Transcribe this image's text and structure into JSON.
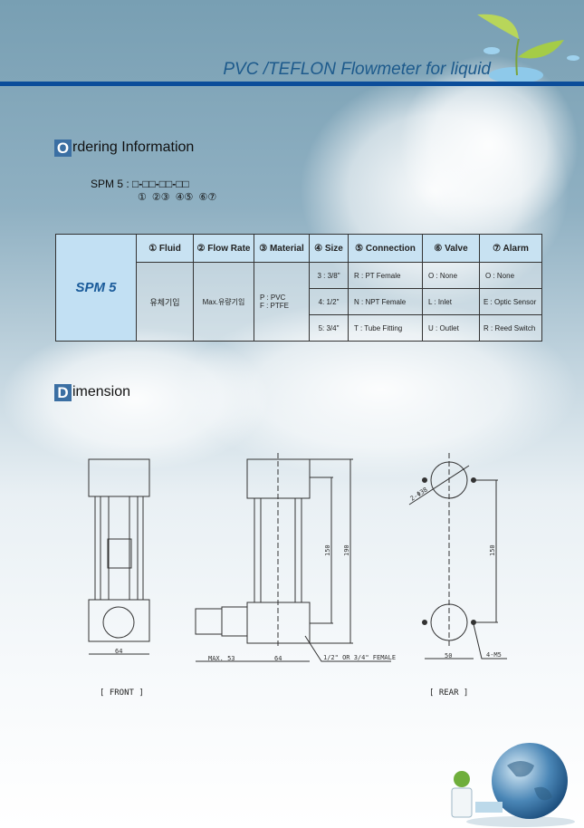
{
  "header": {
    "title": "PVC /TEFLON Flowmeter for liquid"
  },
  "ordering": {
    "badge": "O",
    "heading": "rdering Information",
    "code_prefix": "SPM 5 :",
    "code_pattern": "□-□□-□□-□□",
    "code_numbers": "① ②③ ④⑤ ⑥⑦"
  },
  "table": {
    "model": "SPM 5",
    "headers": [
      "① Fluid",
      "② Flow Rate",
      "③ Material",
      "④ Size",
      "⑤ Connection",
      "⑥ Valve",
      "⑦ Alarm"
    ],
    "fluid": "유체기입",
    "flow_rate": "Max.유량기입",
    "material": [
      "P : PVC",
      "F : PTFE"
    ],
    "rows": [
      {
        "size": "3 : 3/8\"",
        "connection": "R : PT Female",
        "valve": "O : None",
        "alarm": "O : None"
      },
      {
        "size": "4: 1/2\"",
        "connection": "N : NPT Female",
        "valve": "L : Inlet",
        "alarm": "E : Optic Sensor"
      },
      {
        "size": "5: 3/4\"",
        "connection": "T : Tube Fitting",
        "valve": "U : Outlet",
        "alarm": "R : Reed Switch"
      }
    ]
  },
  "dimension": {
    "badge": "D",
    "heading": "imension",
    "front_label": "[ FRONT ]",
    "rear_label": "[ REAR ]",
    "dims": {
      "front_width": "64",
      "max": "MAX. 53",
      "side_width": "64",
      "female": "1/2\" OR 3/4\" FEMALE",
      "d150": "150",
      "d190": "190",
      "rear_150": "150",
      "rear_width": "50",
      "holes": "4-M5",
      "dia": "2-Φ38"
    }
  },
  "colors": {
    "accent": "#0b4d9a",
    "header_cell": "#c8e2f2",
    "model_text": "#1a5b9a"
  }
}
